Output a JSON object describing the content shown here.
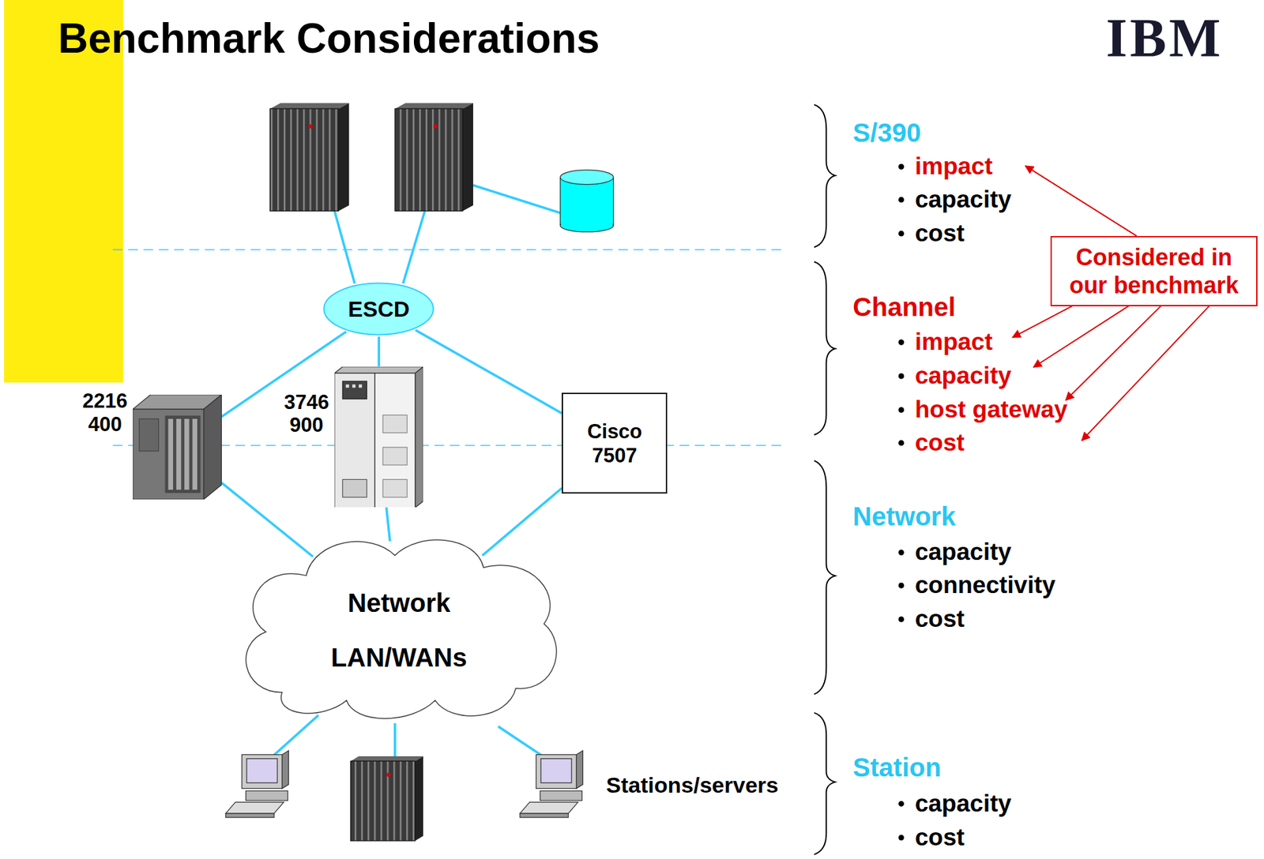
{
  "diagram": {
    "title": "Benchmark Considerations",
    "nodes": [
      {
        "text": [
          "ESCD"
        ]
      },
      {
        "text": [
          "2216 400"
        ]
      },
      {
        "text": [
          "3746 900"
        ]
      },
      {
        "text": [
          "Cisco 7507"
        ]
      },
      {
        "text": [
          "Network",
          "LAN/WANs"
        ]
      },
      {
        "text": [
          "Considered in our benchmark"
        ]
      }
    ],
    "edges": [
      {
        "from": 0,
        "to": 1,
        "arrow": "none"
      },
      {
        "from": 0,
        "to": 2,
        "arrow": "none"
      },
      {
        "from": 0,
        "to": 3,
        "arrow": "none"
      },
      {
        "from": 1,
        "to": 4,
        "arrow": "none"
      },
      {
        "from": 2,
        "to": 4,
        "arrow": "none"
      },
      {
        "from": 3,
        "to": 4,
        "arrow": "none"
      }
    ],
    "labels": [
      "IBM",
      "S/390",
      "impact",
      "capacity",
      "cost",
      "Channel",
      "impact",
      "capacity",
      "host gateway",
      "cost",
      "Network",
      "capacity",
      "connectivity",
      "cost",
      "Station",
      "capacity",
      "cost",
      "Stations/servers"
    ]
  }
}
